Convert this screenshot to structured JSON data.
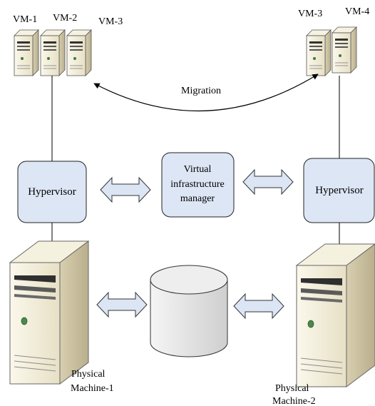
{
  "vm_labels": {
    "vm1": "VM-1",
    "vm2": "VM-2",
    "vm3_left": "VM-3",
    "vm3_right": "VM-3",
    "vm4": "VM-4"
  },
  "migration_label": "Migration",
  "hypervisor_left": "Hypervisor",
  "hypervisor_right": "Hypervisor",
  "vim": {
    "line1": "Virtual",
    "line2": "infrastructure",
    "line3": "manager"
  },
  "machine1": {
    "line1": "Physical",
    "line2": "Machine-1"
  },
  "machine2": {
    "line1": "Physical",
    "line2": "Machine-2"
  },
  "icons": [
    "vm-server-icon",
    "physical-server-icon",
    "storage-cylinder-icon",
    "double-arrow-icon"
  ],
  "colors": {
    "box_fill": "#dde6f5",
    "arrow_fill": "#dbe5f4",
    "tower_beige": "#f1ecd7",
    "tower_shadow": "#c9c0a3",
    "cylinder_fill": "#e6e6e6"
  }
}
